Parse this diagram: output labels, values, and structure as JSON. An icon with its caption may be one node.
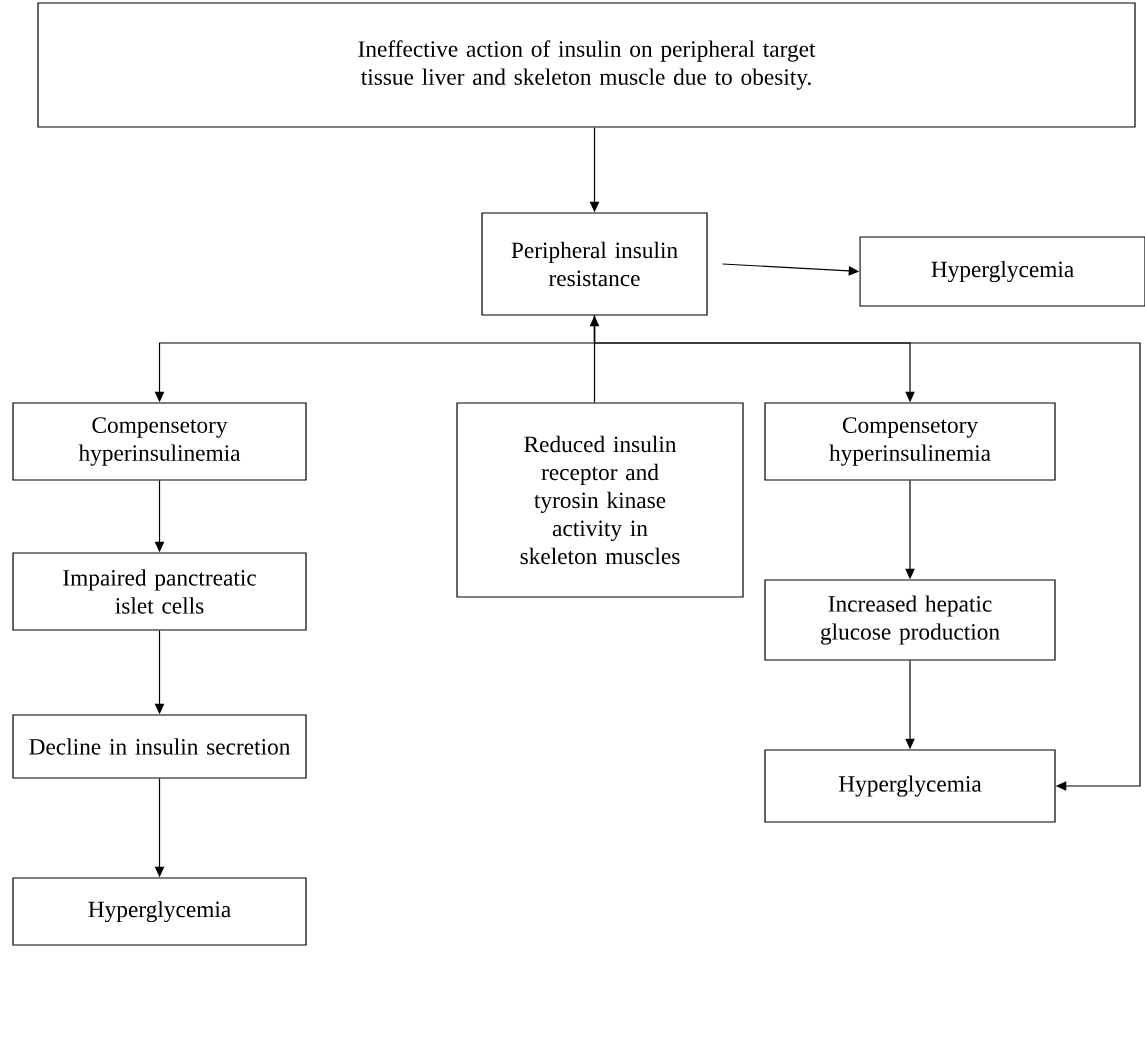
{
  "diagram": {
    "nodes": [
      {
        "text": [
          "Ineffective action of insulin on peripheral target tissue liver and skeleton muscle due to obesity."
        ]
      },
      {
        "text": [
          "Peripheral insulin resistance"
        ]
      },
      {
        "text": [
          "Hyperglycemia"
        ]
      },
      {
        "text": [
          "Compensetory hyperinsulinemia"
        ]
      },
      {
        "text": [
          "Reduced insulin receptor and tyrosin kinase activity in skeleton muscles"
        ]
      },
      {
        "text": [
          "Compensetory hyperinsulinemia"
        ]
      },
      {
        "text": [
          "Impaired panctreatic islet cells"
        ]
      },
      {
        "text": [
          "Increased hepatic glucose production"
        ]
      },
      {
        "text": [
          "Decline in insulin secretion"
        ]
      },
      {
        "text": [
          "Hyperglycemia"
        ]
      },
      {
        "text": [
          "Hyperglycemia"
        ]
      }
    ],
    "edges": [
      {
        "from": 0,
        "to": 1,
        "arrow": "to"
      },
      {
        "from": 1,
        "to": 2,
        "arrow": "to"
      },
      {
        "from": 4,
        "to": 1,
        "arrow": "to"
      },
      {
        "from": 1,
        "to": 3,
        "arrow": "to"
      },
      {
        "from": 1,
        "to": 5,
        "arrow": "to"
      },
      {
        "from": 1,
        "to": 10,
        "arrow": "to"
      },
      {
        "from": 3,
        "to": 6,
        "arrow": "to"
      },
      {
        "from": 6,
        "to": 8,
        "arrow": "to"
      },
      {
        "from": 8,
        "to": 9,
        "arrow": "to"
      },
      {
        "from": 5,
        "to": 7,
        "arrow": "to"
      },
      {
        "from": 7,
        "to": 10,
        "arrow": "to"
      }
    ]
  }
}
